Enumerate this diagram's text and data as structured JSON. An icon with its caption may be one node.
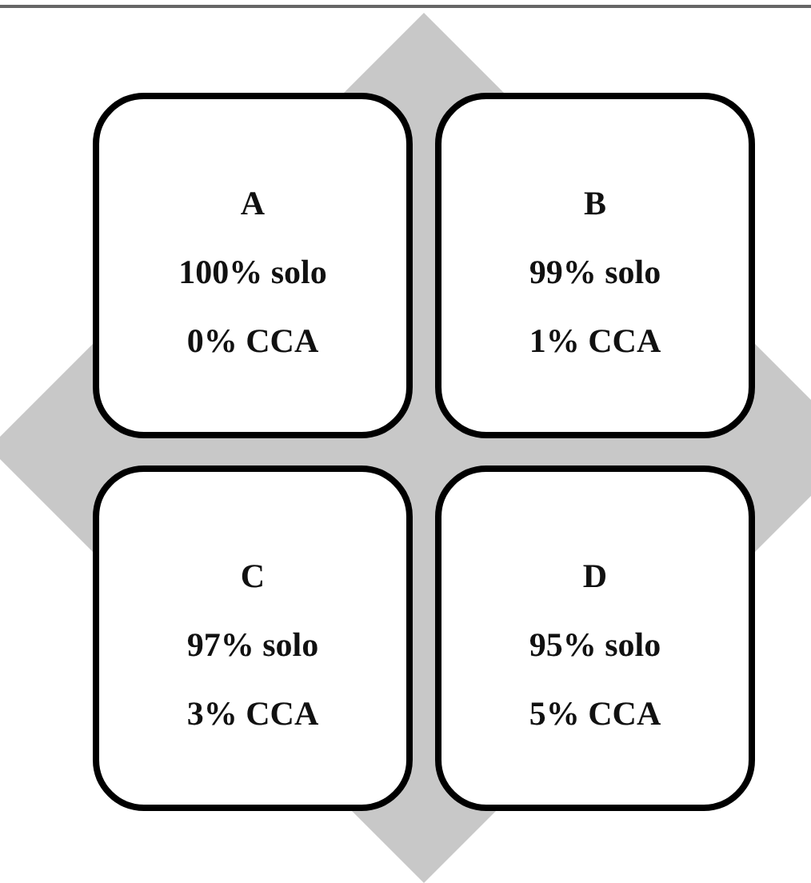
{
  "diagram": {
    "nodes": [
      {
        "text": [
          "A",
          "100% solo",
          "0% CCA"
        ]
      },
      {
        "text": [
          "B",
          "99% solo",
          "1% CCA"
        ]
      },
      {
        "text": [
          "C",
          "97% solo",
          "3% CCA"
        ]
      },
      {
        "text": [
          "D",
          "95% solo",
          "5% CCA"
        ]
      }
    ]
  }
}
